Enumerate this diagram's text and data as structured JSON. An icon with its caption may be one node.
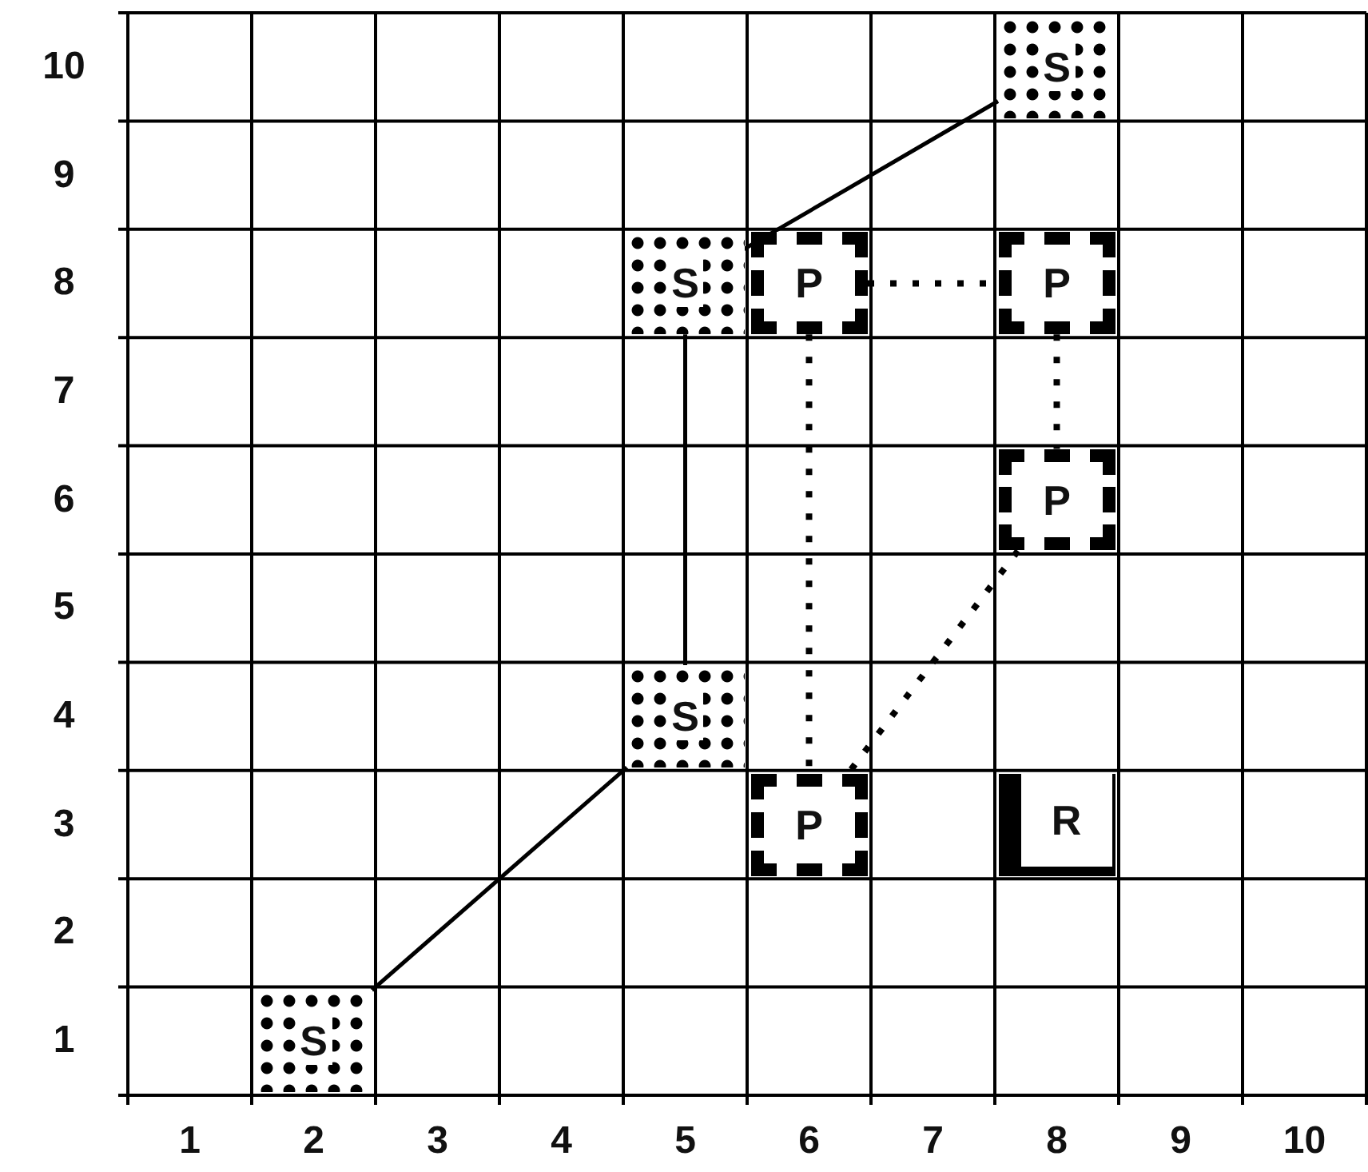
{
  "diagram": {
    "nodes": [
      {
        "text": [
          "S"
        ]
      },
      {
        "text": [
          "S"
        ]
      },
      {
        "text": [
          "P"
        ]
      },
      {
        "text": [
          "P"
        ]
      },
      {
        "text": [
          "P"
        ]
      },
      {
        "text": [
          "S"
        ]
      },
      {
        "text": [
          "P"
        ]
      },
      {
        "text": [
          "R"
        ]
      },
      {
        "text": [
          "S"
        ]
      }
    ],
    "edges": [
      {
        "from": 8,
        "to": 5,
        "arrow": "none"
      },
      {
        "from": 5,
        "to": 1,
        "arrow": "none"
      },
      {
        "from": 1,
        "to": 0,
        "arrow": "none"
      },
      {
        "from": 2,
        "to": 3,
        "arrow": "none",
        "style": "dashed"
      },
      {
        "from": 2,
        "to": 6,
        "arrow": "none",
        "style": "dashed"
      },
      {
        "from": 3,
        "to": 4,
        "arrow": "none",
        "style": "dashed"
      },
      {
        "from": 4,
        "to": 6,
        "arrow": "none",
        "style": "dashed"
      }
    ],
    "labels": [
      "10",
      "9",
      "8",
      "7",
      "6",
      "5",
      "4",
      "3",
      "2",
      "1",
      "1",
      "2",
      "3",
      "4",
      "5",
      "6",
      "7",
      "8",
      "9",
      "10"
    ]
  }
}
